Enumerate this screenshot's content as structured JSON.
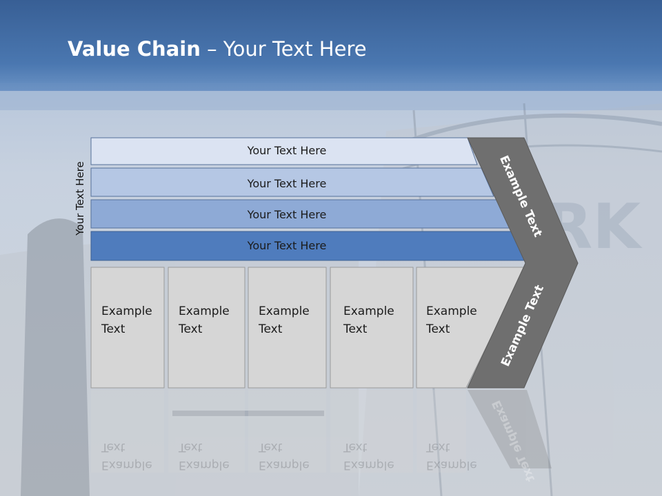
{
  "title": {
    "bold": "Value Chain",
    "rest": " – Your Text Here"
  },
  "side_label": "Your Text Here",
  "bands": [
    "Your Text Here",
    "Your Text Here",
    "Your Text Here",
    "Your Text Here"
  ],
  "cells": [
    {
      "line1": "Example",
      "line2": "Text"
    },
    {
      "line1": "Example",
      "line2": "Text"
    },
    {
      "line1": "Example",
      "line2": "Text"
    },
    {
      "line1": "Example",
      "line2": "Text"
    },
    {
      "line1": "Example",
      "line2": "Text"
    }
  ],
  "chevron_top_label": "Example Text",
  "chevron_bottom_label": "Example Text",
  "colors": {
    "header": "#3f6aa3",
    "band1": "#dbe3f2",
    "band2": "#b5c7e4",
    "band3": "#8eaad6",
    "band4": "#4f7cbd",
    "cell": "#d6d6d6",
    "chevron": "#6f6f6f"
  }
}
